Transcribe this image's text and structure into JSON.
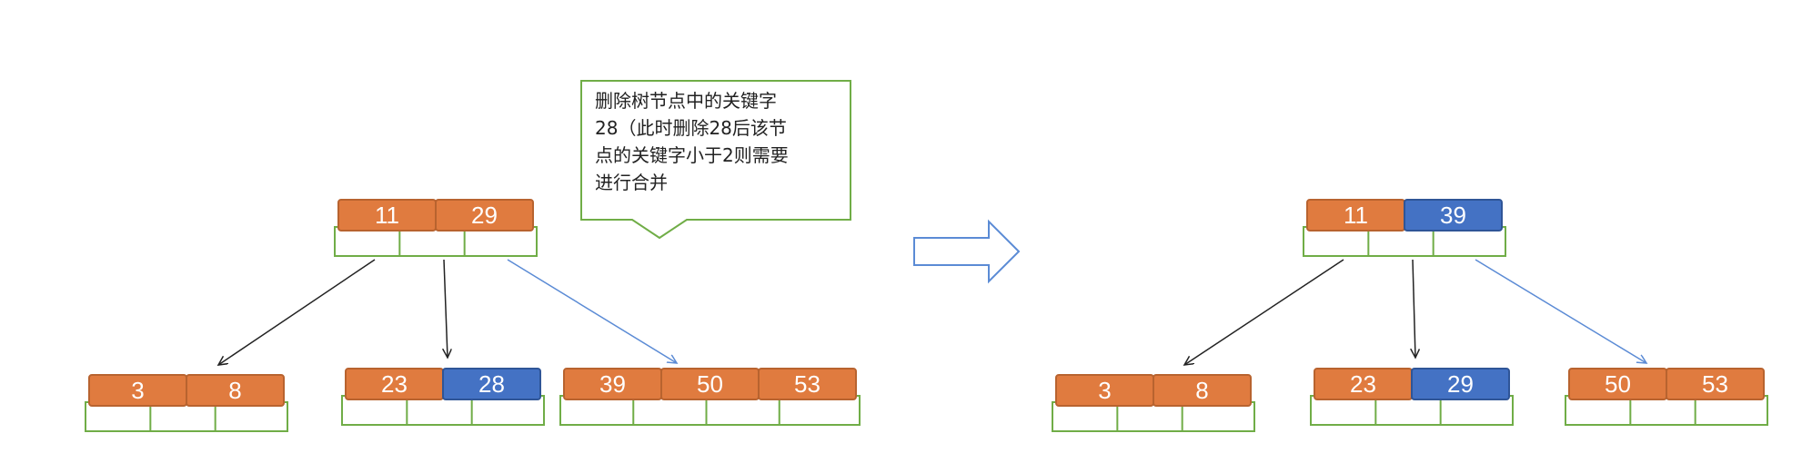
{
  "colors": {
    "key_fill": "#E07B3F",
    "key_stroke": "#B8632F",
    "highlight_fill": "#4472C4",
    "highlight_stroke": "#2F5597",
    "pointer_stroke": "#70AD47",
    "callout_stroke": "#70AD47",
    "arrow_stroke": "#5B8BD5",
    "edge_dark": "#222222",
    "edge_blue": "#5B8BD5"
  },
  "callout": {
    "lines": [
      "删除树节点中的关键字",
      "28（此时删除28后该节",
      "点的关键字小于2则需要",
      "进行合并"
    ]
  },
  "before_tree": {
    "root": {
      "keys": [
        "11",
        "29"
      ],
      "highlight": []
    },
    "children": [
      {
        "keys": [
          "3",
          "8"
        ],
        "highlight": []
      },
      {
        "keys": [
          "23",
          "28"
        ],
        "highlight": [
          1
        ]
      },
      {
        "keys": [
          "39",
          "50",
          "53"
        ],
        "highlight": []
      }
    ]
  },
  "after_tree": {
    "root": {
      "keys": [
        "11",
        "39"
      ],
      "highlight": [
        1
      ]
    },
    "children": [
      {
        "keys": [
          "3",
          "8"
        ],
        "highlight": []
      },
      {
        "keys": [
          "23",
          "29"
        ],
        "highlight": [
          1
        ]
      },
      {
        "keys": [
          "50",
          "53"
        ],
        "highlight": []
      }
    ]
  }
}
